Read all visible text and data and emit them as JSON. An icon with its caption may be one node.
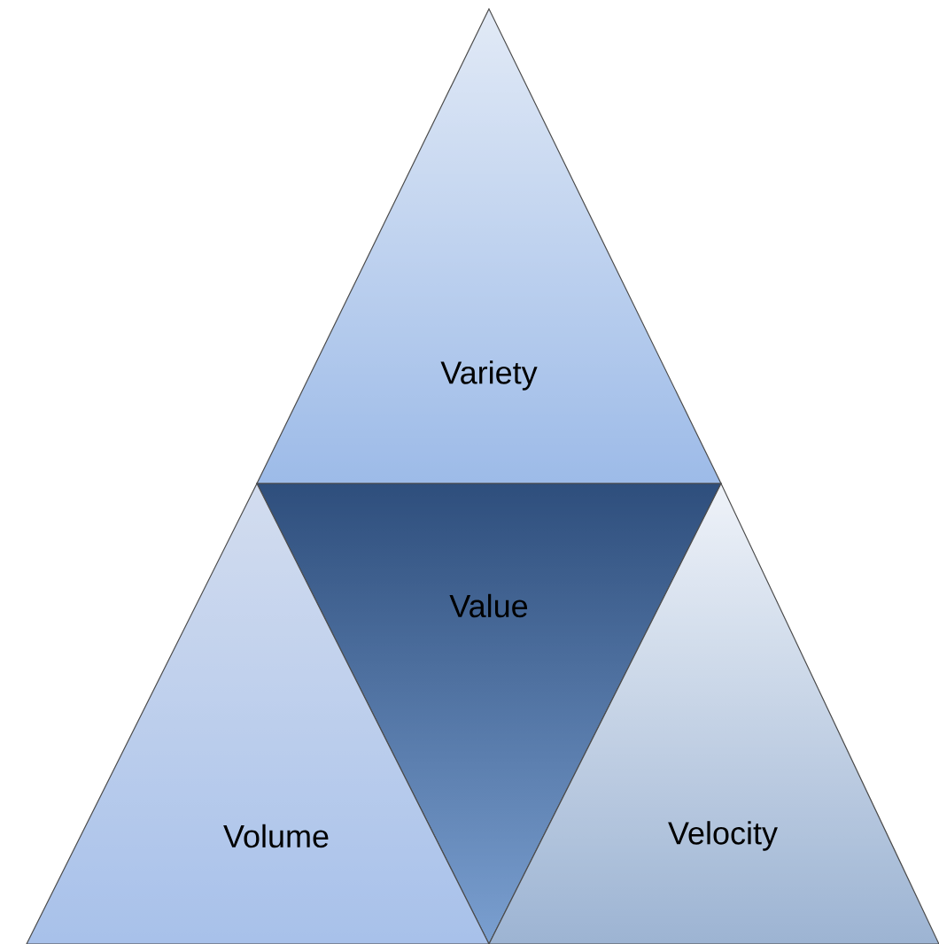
{
  "diagram": {
    "nodes": [
      {
        "text": [
          "Variety"
        ]
      },
      {
        "text": [
          "Value"
        ]
      },
      {
        "text": [
          "Volume"
        ]
      },
      {
        "text": [
          "Velocity"
        ]
      }
    ]
  }
}
